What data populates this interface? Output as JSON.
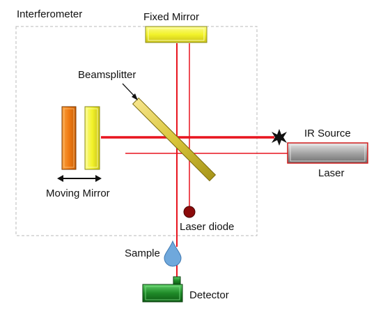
{
  "labels": {
    "interferometer": "Interferometer",
    "fixed_mirror": "Fixed Mirror",
    "beamsplitter": "Beamsplitter",
    "moving_mirror": "Moving Mirror",
    "ir_source": "IR Source",
    "laser": "Laser",
    "laser_diode": "Laser diode",
    "sample": "Sample",
    "detector": "Detector"
  },
  "colors": {
    "beam": "#e8141e",
    "mirror_fill": "#f2f22a",
    "moving_back_fill": "#f07a12",
    "laser_tube": "#9a9a9a",
    "laser_border": "#d01c1c",
    "detector_fill": "#1f8a28",
    "sample_drop": "#6fa8dc",
    "laser_diode_dot": "#8b0a0a",
    "box_border": "#b8b8b8"
  },
  "icons": {
    "ir_source": "starburst-icon",
    "moving_arrow": "double-headed-arrow-icon",
    "beamsplitter_pointer": "pointer-arrow-icon",
    "sample": "droplet-icon"
  }
}
